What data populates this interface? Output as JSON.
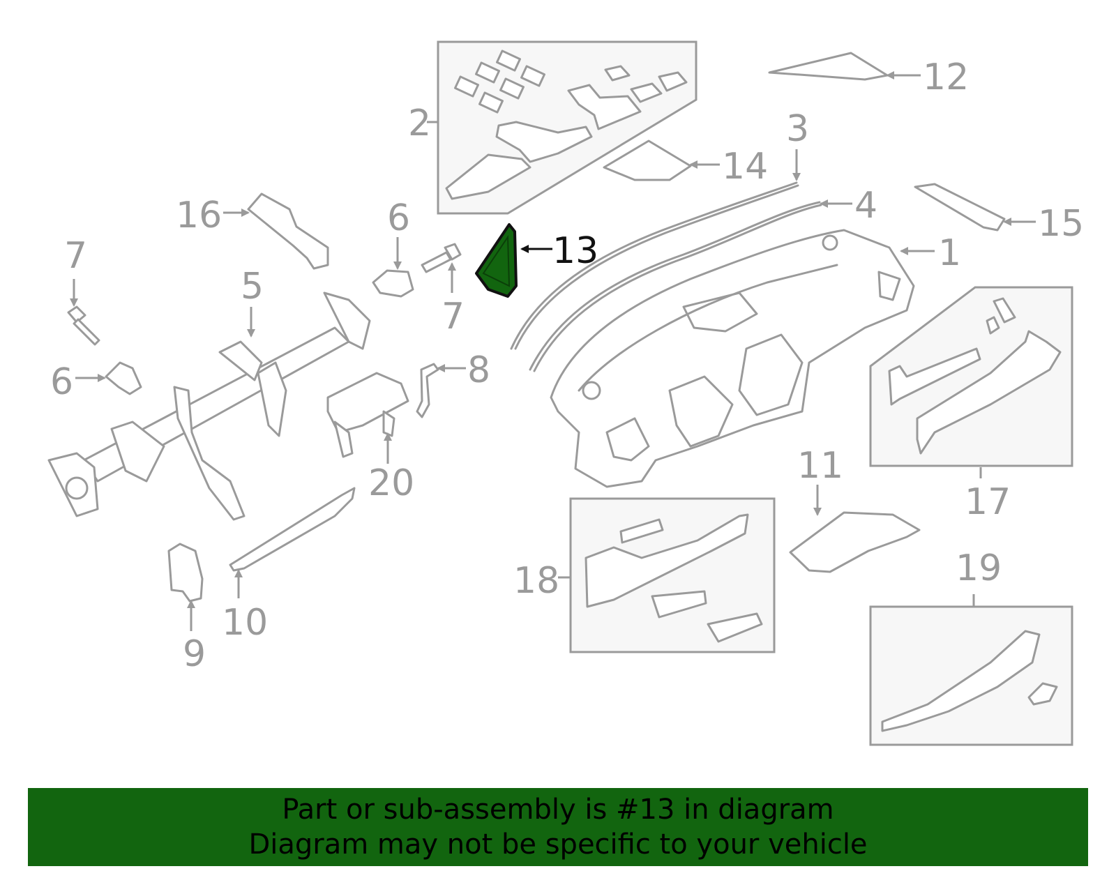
{
  "diagram": {
    "highlighted_part": "13",
    "highlight_color": "#12650f",
    "callouts": [
      "1",
      "2",
      "3",
      "4",
      "5",
      "6",
      "6",
      "7",
      "7",
      "8",
      "9",
      "10",
      "11",
      "12",
      "13",
      "14",
      "15",
      "16",
      "17",
      "18",
      "19",
      "20"
    ]
  },
  "banner": {
    "line1": "Part or sub-assembly is #13 in diagram",
    "line2": "Diagram may not be specific to your vehicle",
    "background": "#12650f"
  }
}
